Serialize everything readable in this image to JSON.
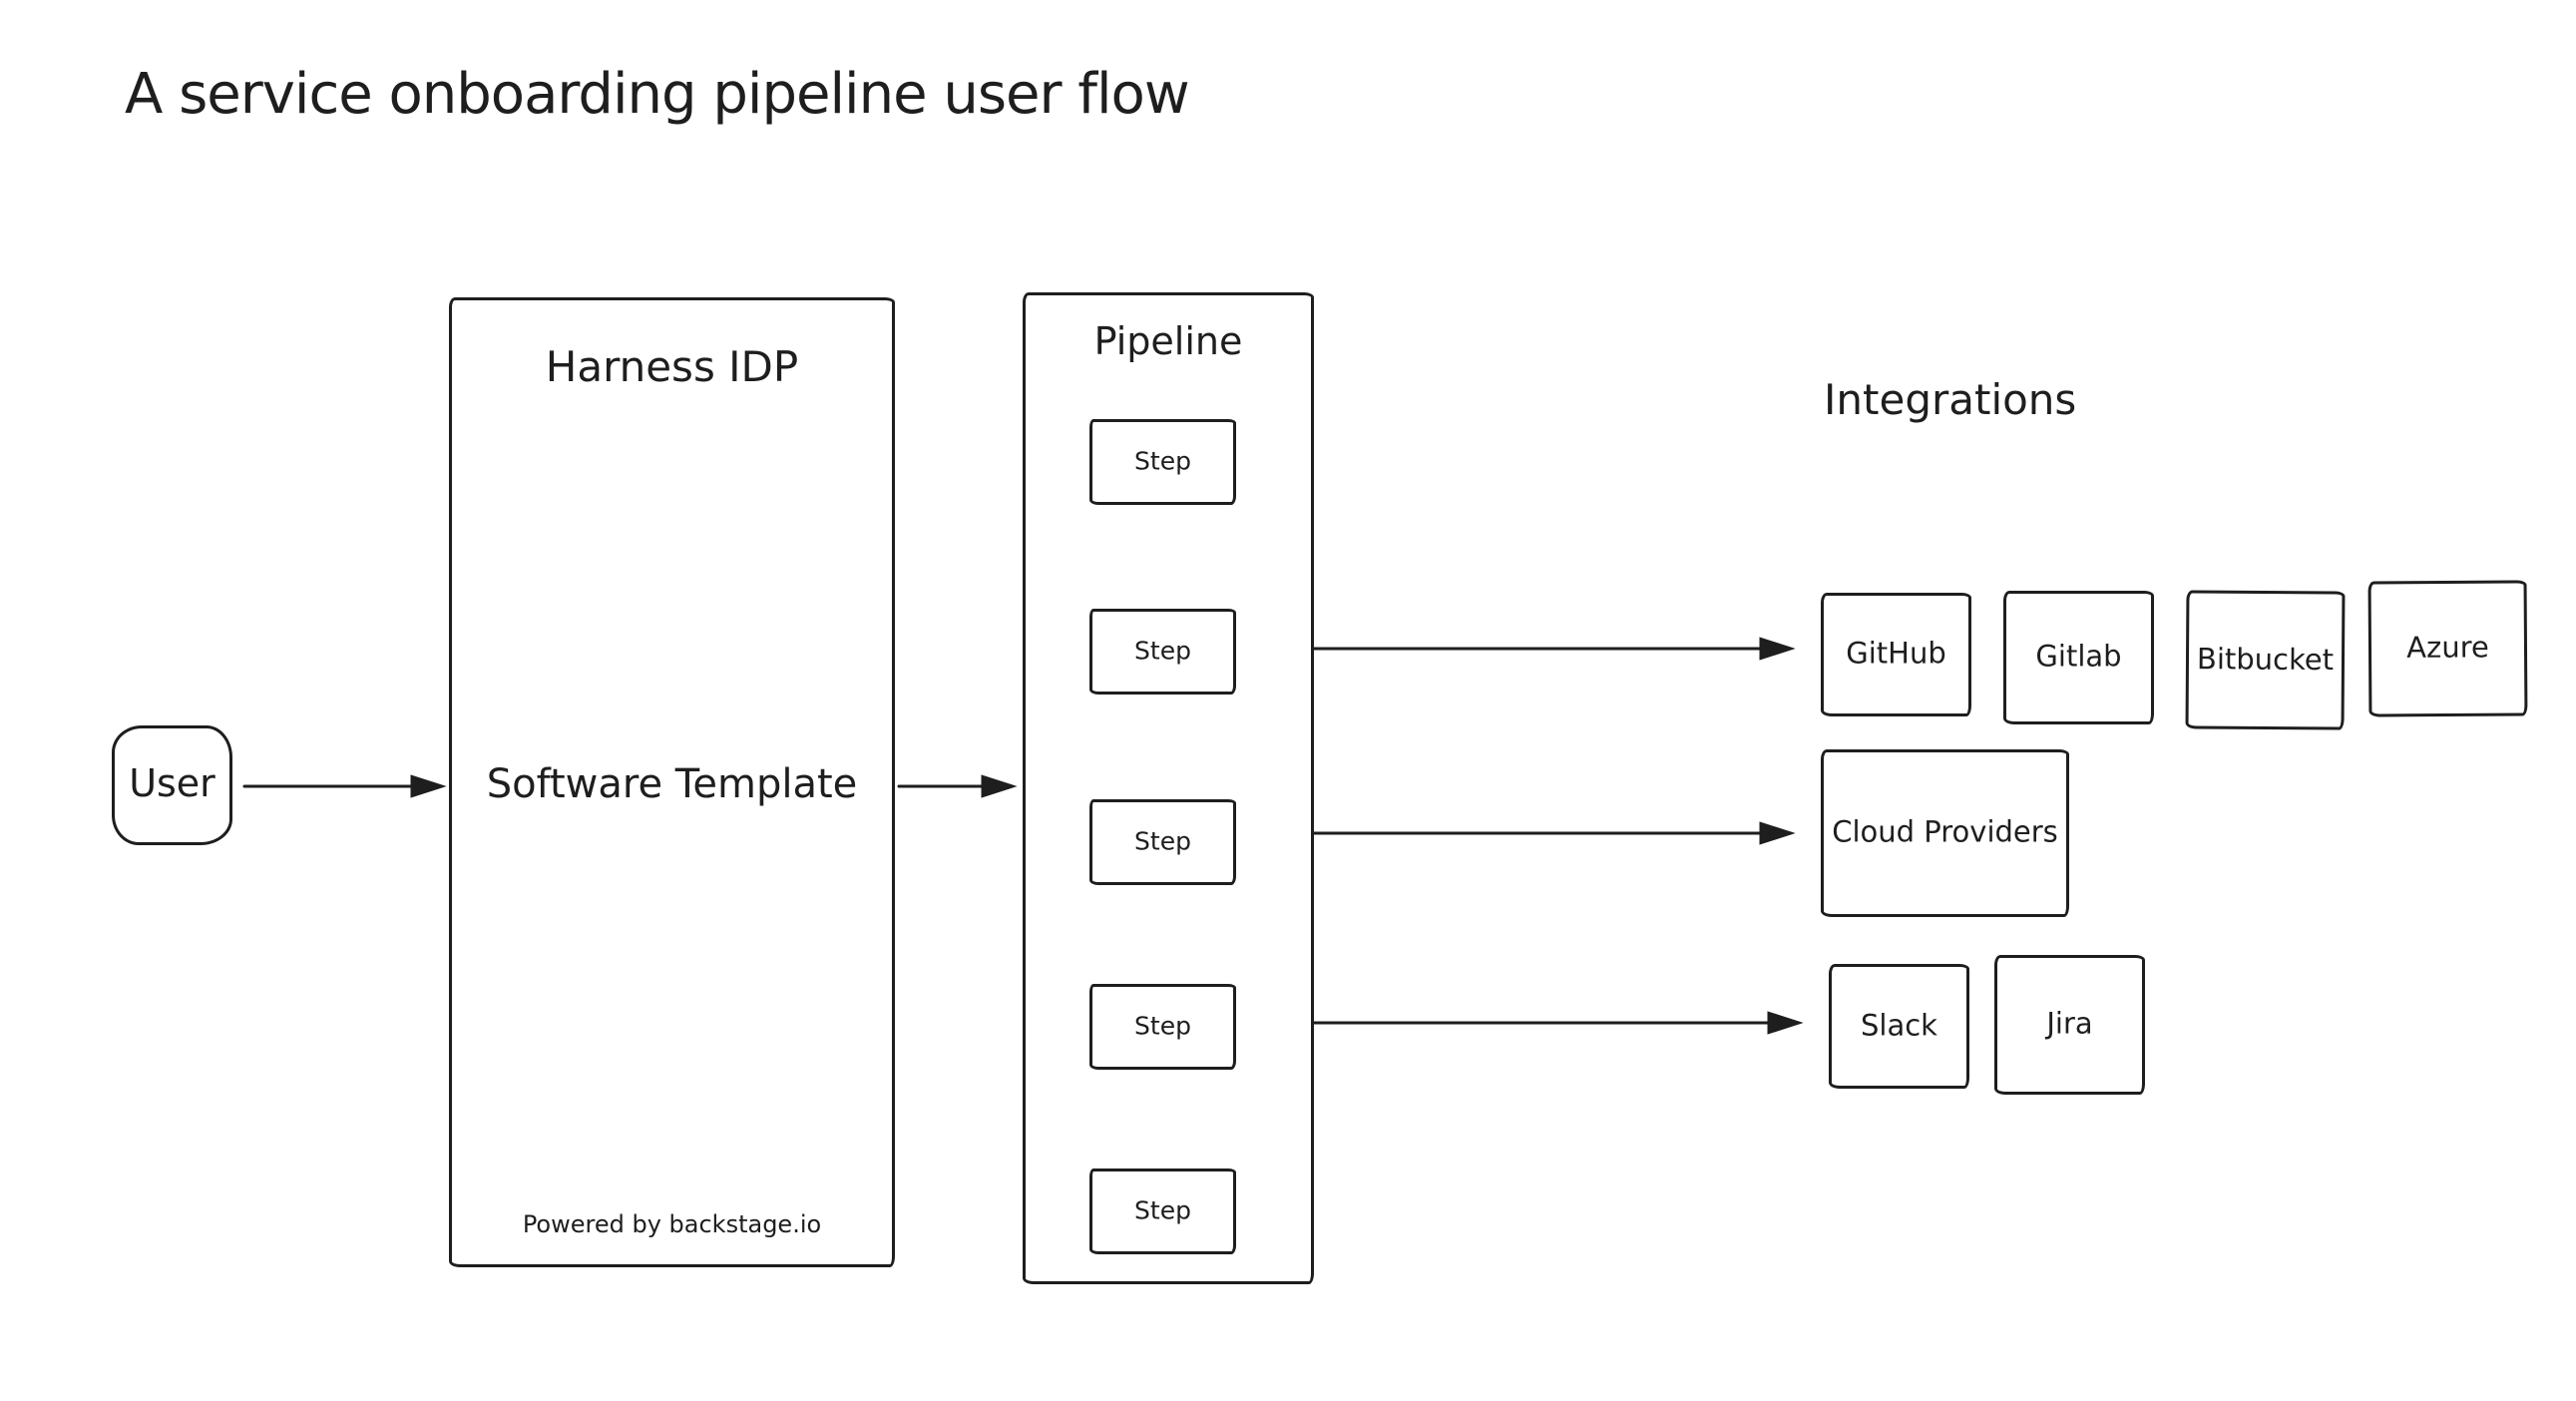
{
  "title": "A service onboarding pipeline user flow",
  "user": {
    "label": "User"
  },
  "harness": {
    "title": "Harness IDP",
    "template_label": "Software Template",
    "footer": "Powered by backstage.io"
  },
  "pipeline": {
    "title": "Pipeline",
    "steps": [
      {
        "label": "Step"
      },
      {
        "label": "Step"
      },
      {
        "label": "Step"
      },
      {
        "label": "Step"
      },
      {
        "label": "Step"
      }
    ]
  },
  "integrations": {
    "title": "Integrations",
    "source_control": [
      {
        "label": "GitHub"
      },
      {
        "label": "Gitlab"
      },
      {
        "label": "Bitbucket"
      },
      {
        "label": "Azure"
      }
    ],
    "cloud": [
      {
        "label": "Cloud Providers"
      }
    ],
    "collaboration": [
      {
        "label": "Slack"
      },
      {
        "label": "Jira"
      }
    ]
  },
  "colors": {
    "stroke": "#1e1e1e",
    "background": "#ffffff"
  }
}
